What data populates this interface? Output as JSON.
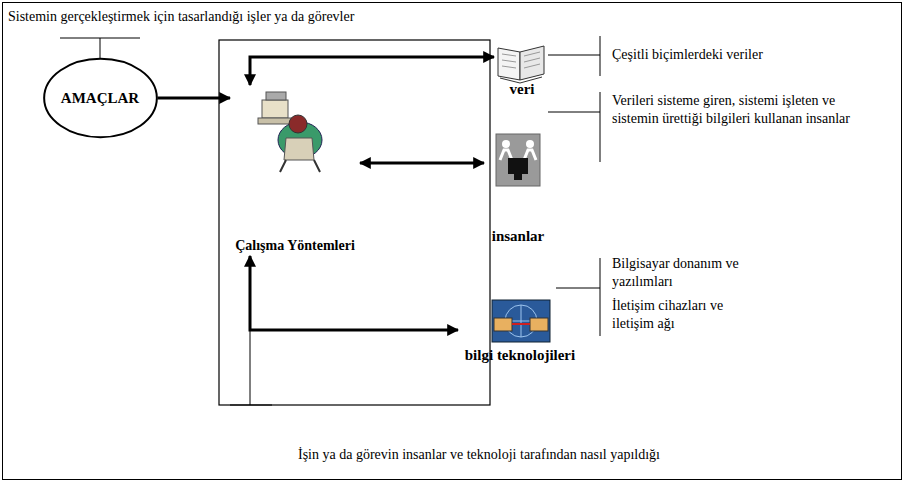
{
  "diagram": {
    "nodes": [
      {
        "text": [
          "AMAÇLAR"
        ]
      },
      {
        "text": [
          "Çalışma Yöntemleri"
        ]
      },
      {
        "text": [
          "veri"
        ]
      },
      {
        "text": [
          "insanlar"
        ]
      },
      {
        "text": [
          "bilgi teknolojileri"
        ]
      }
    ],
    "edges": [
      {
        "from": 0,
        "to": 1,
        "arrow": "to"
      },
      {
        "from": 1,
        "to": 2,
        "arrow": "both"
      },
      {
        "from": 1,
        "to": 3,
        "arrow": "both"
      },
      {
        "from": 1,
        "to": 4,
        "arrow": "both"
      }
    ],
    "labels": [
      "Sistemin gerçekleştirmek için tasarlandığı işler ya da görevler",
      "Çeşitli biçimlerdeki veriler",
      "Verileri sisteme giren, sistemi işleten ve sistemin ürettiği bilgileri kullanan insanlar",
      "Bilgisayar donanım ve yazılımları",
      "İletişim cihazları ve iletişim ağı",
      "İşin ya da görevin insanlar ve teknoloji tarafından nasıl yapıldığı"
    ]
  }
}
